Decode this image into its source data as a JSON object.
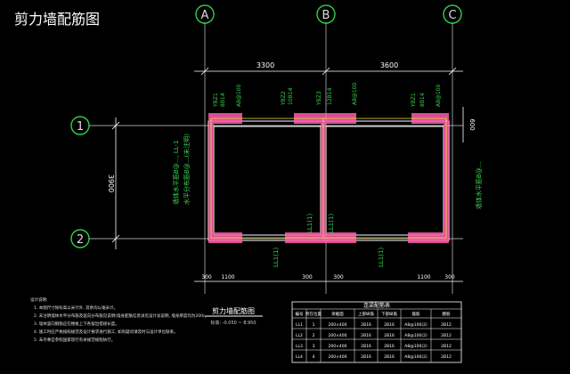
{
  "title": "剪力墙配筋图",
  "axes": {
    "A": "A",
    "B": "B",
    "C": "C",
    "r1": "1",
    "r2": "2"
  },
  "dims": {
    "top_left": "3300",
    "top_right": "3600",
    "left": "3900",
    "right_top": "600",
    "bot_left_a": "300",
    "bot_left_b": "1100",
    "bot_left_c": "300",
    "bot_right_a": "300",
    "bot_right_b": "1100",
    "bot_right_c": "300"
  },
  "wall_labels": {
    "left": "墙体水平筋B@..., LL-1",
    "left2": "水平分布筋B@...(未注明)",
    "right": "墙体水平筋B@...",
    "mid_l": "LL1(1)",
    "mid_r": "LL1(1)",
    "bot_l": "LL1(1)",
    "bot_r": "LL1(1)"
  },
  "plan_title": "剪力墙配筋图",
  "plan_subtitle": "标高: -0.050 ~ 8.950",
  "notes_title": "设计说明:",
  "notes": [
    "1. 本图尺寸除标高以米计外, 其余均以毫米计。",
    "2. 未注明墙体水平分布筋及竖向分布筋见说明(墙身配筋信息详见设计总说明, 墙身厚度均为200)。",
    "3. 墙体竖向钢筋应在楼板上下各留出搭接长度。",
    "4. 施工时应严格按照规范及设计要求进行施工, 如有疑问请及时与设计单位联系。",
    "5. 未尽事宜参照国家现行有关规范规程执行。"
  ],
  "table": {
    "title": "连梁配筋表",
    "headers": [
      "编号",
      "所在位置",
      "梁截面",
      "上部纵筋",
      "下部纵筋",
      "箍筋",
      "腰筋"
    ],
    "rows": [
      [
        "LL1",
        "1",
        "200×400",
        "2B16",
        "2B16",
        "A8@100(2)",
        "2B12"
      ],
      [
        "LL2",
        "2",
        "200×400",
        "2B16",
        "2B16",
        "A8@100(2)",
        "2B12"
      ],
      [
        "LL3",
        "3",
        "200×400",
        "2B16",
        "2B16",
        "A8@100(2)",
        "2B12"
      ],
      [
        "LL4",
        "4",
        "200×400",
        "2B16",
        "2B16",
        "A8@100(2)",
        "2B12"
      ]
    ]
  }
}
